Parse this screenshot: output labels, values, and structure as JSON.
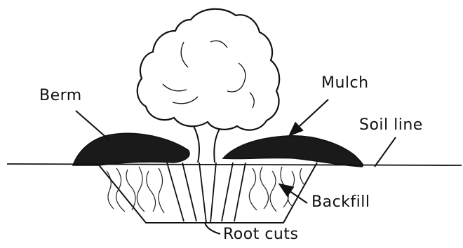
{
  "labels": {
    "berm": "Berm",
    "mulch": "Mulch",
    "soil_line": "Soil line",
    "backfill": "Backfill",
    "root_cuts": "Root cuts"
  },
  "colors": {
    "ink": "#111111",
    "mulch": "#1a1a1a",
    "background": "#ffffff"
  }
}
